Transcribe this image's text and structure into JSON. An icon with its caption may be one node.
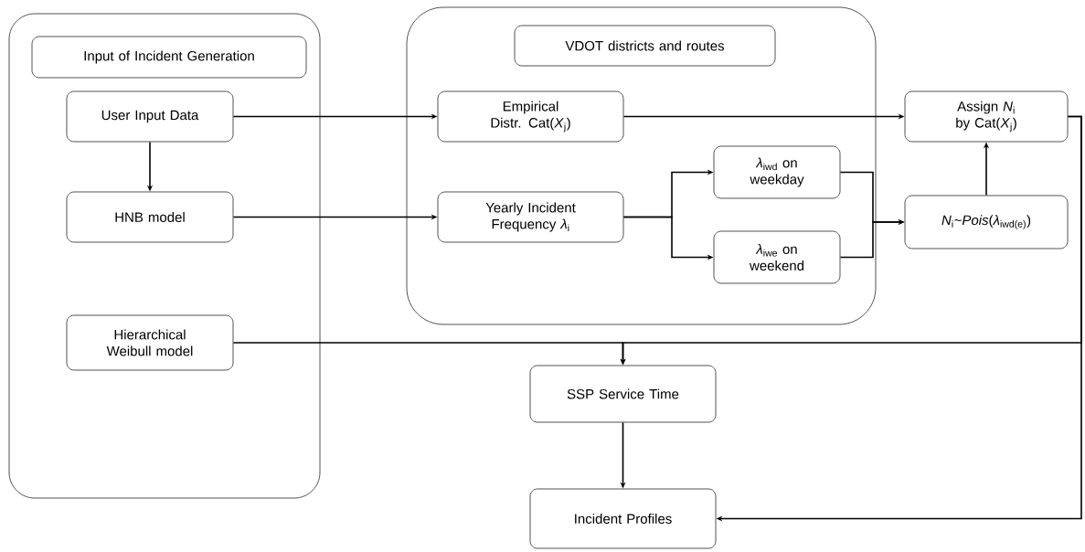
{
  "diagram": {
    "nodes": [
      {
        "text": [],
        "shape": "box"
      },
      {
        "text": [
          "Input of Incident Generation"
        ],
        "in": 0
      },
      {
        "text": [
          "User Input Data"
        ],
        "in": 0
      },
      {
        "text": [
          "HNB model"
        ],
        "in": 0
      },
      {
        "text": [
          "Hierarchical Weibull model"
        ],
        "in": 0
      },
      {
        "text": [],
        "shape": "box"
      },
      {
        "text": [
          "VDOT districts and routes"
        ],
        "in": 5
      },
      {
        "text": [
          "Empirical Distr. Cat(*X*$_{j}$)"
        ],
        "in": 5
      },
      {
        "text": [
          "Yearly Incident Frequency *λ*$_{i}$"
        ],
        "in": 5
      },
      {
        "text": [
          "*λ*$_{iwd}$ on weekday"
        ],
        "in": 5
      },
      {
        "text": [
          "*λ*$_{iwe}$ on weekend"
        ],
        "in": 5
      },
      {
        "text": [
          "Assign *N*$_{i}$ by Cat(*X*$_{j}$)"
        ]
      },
      {
        "text": [
          "*N*$_{i}$~*Pois*(*λ*$_{iwd(e)}$)"
        ]
      },
      {
        "text": [
          "SSP Service Time"
        ]
      },
      {
        "text": [
          "Incident Profiles"
        ]
      }
    ],
    "edges": [
      {
        "from": 2,
        "to": 3,
        "arrow": "to"
      },
      {
        "from": 2,
        "to": 7,
        "arrow": "to"
      },
      {
        "from": 3,
        "to": 8,
        "arrow": "to"
      },
      {
        "from": 8,
        "to": 9,
        "arrow": "to"
      },
      {
        "from": 8,
        "to": 10,
        "arrow": "to"
      },
      {
        "from": 9,
        "to": 12,
        "arrow": "to"
      },
      {
        "from": 10,
        "to": 12,
        "arrow": "to"
      },
      {
        "from": 7,
        "to": 11,
        "arrow": "to"
      },
      {
        "from": 12,
        "to": 11,
        "arrow": "to"
      },
      {
        "from": 4,
        "to": 13,
        "arrow": "to"
      },
      {
        "from": 11,
        "to": 13,
        "arrow": "to"
      },
      {
        "from": 11,
        "to": 14,
        "arrow": "to"
      },
      {
        "from": 13,
        "to": 14,
        "arrow": "to"
      }
    ]
  }
}
